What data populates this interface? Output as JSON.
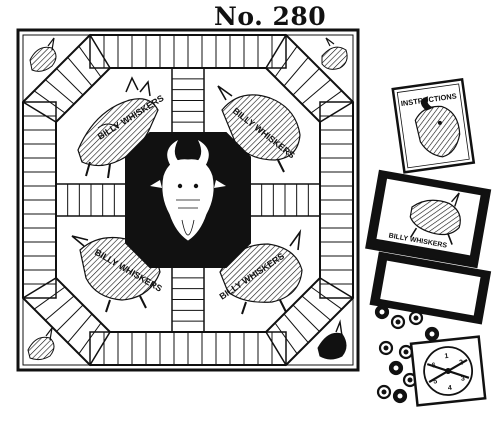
{
  "catalog_number": "No. 280",
  "board": {
    "title": "BILLY WHISKERS",
    "banner_text": "BILLY WHISKERS",
    "instructions_label": "INSTRUCTIONS",
    "track_spaces_per_arm": 6,
    "center_icon": "goat-head-icon",
    "corner_icons": [
      "goat-icon",
      "goat-icon",
      "goat-icon",
      "goat-icon"
    ]
  },
  "box_lid": {
    "title": "BILLY WHISKERS",
    "icon": "goat-running-icon"
  },
  "spinner": {
    "numbers": [
      "1",
      "2",
      "3",
      "4",
      "5",
      "6"
    ]
  },
  "pieces": {
    "count": 10
  },
  "colors": {
    "ink": "#111111",
    "paper": "#ffffff"
  }
}
